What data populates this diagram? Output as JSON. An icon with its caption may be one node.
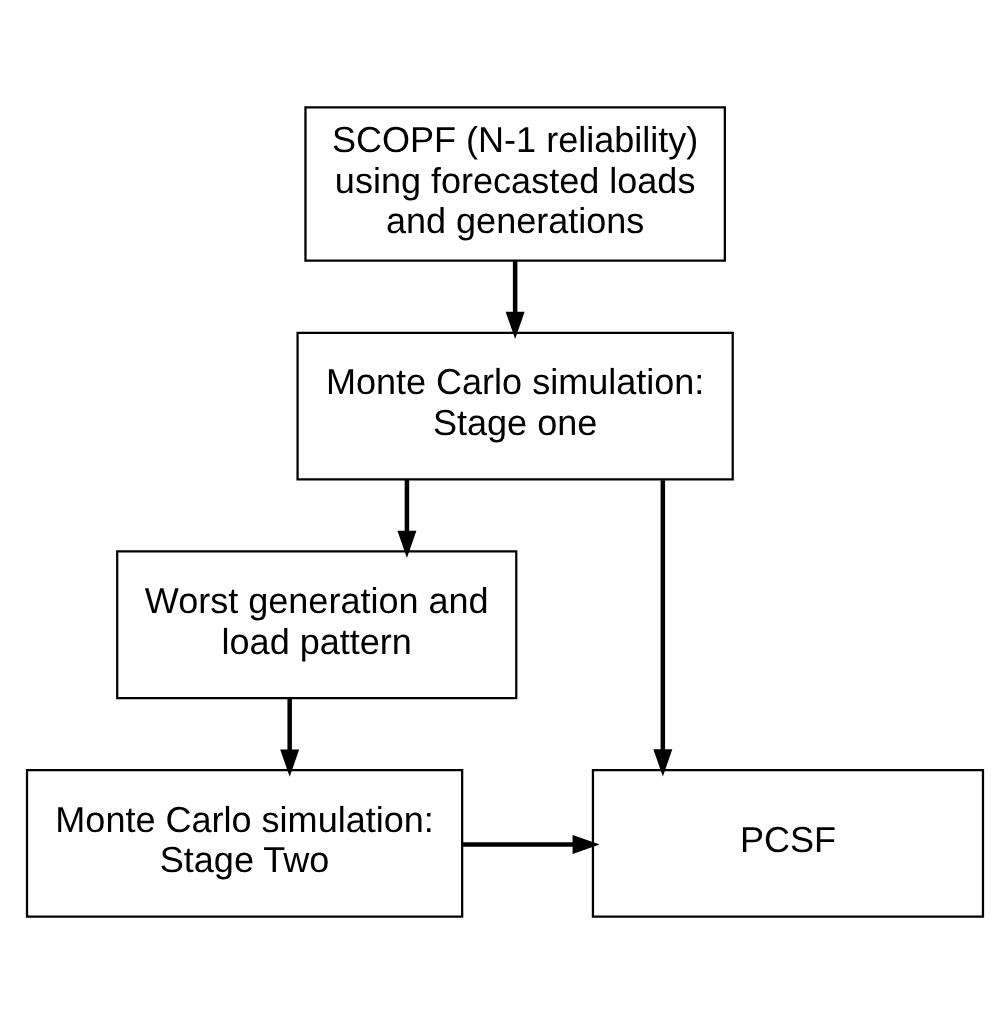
{
  "diagram": {
    "nodes": [
      {
        "text": [
          "SCOPF (N-1 reliability) using forecasted loads and generations"
        ]
      },
      {
        "text": [
          "Monte Carlo simulation: Stage one"
        ]
      },
      {
        "text": [
          "Worst generation and load pattern"
        ]
      },
      {
        "text": [
          "Monte Carlo simulation: Stage Two"
        ]
      },
      {
        "text": [
          "PCSF"
        ]
      }
    ],
    "edges": [
      {
        "from": 0,
        "to": 1,
        "arrow": "to"
      },
      {
        "from": 1,
        "to": 2,
        "arrow": "to"
      },
      {
        "from": 2,
        "to": 3,
        "arrow": "to"
      },
      {
        "from": 3,
        "to": 4,
        "arrow": "to"
      },
      {
        "from": 1,
        "to": 4,
        "arrow": "to"
      }
    ]
  }
}
